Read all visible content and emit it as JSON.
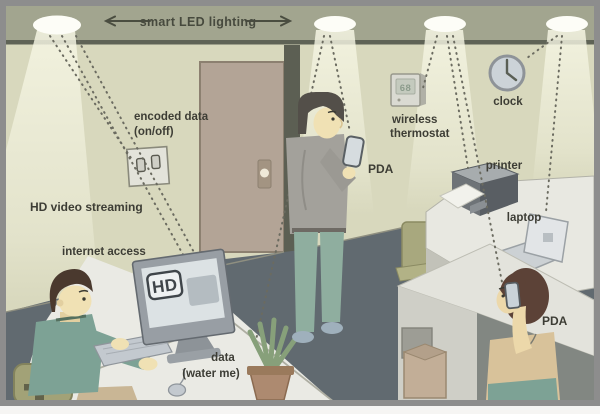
{
  "scene": {
    "title": "smart LED lighting",
    "labels": {
      "encoded_data_1": "encoded data",
      "encoded_data_2": "(on/off)",
      "hd_video": "HD video streaming",
      "internet": "internet access",
      "plant_data_1": "data",
      "plant_data_2": "(water me)",
      "pda_standing": "PDA",
      "thermostat_1": "wireless",
      "thermostat_2": "thermostat",
      "clock": "clock",
      "printer": "printer",
      "laptop": "laptop",
      "pda_seated": "PDA"
    },
    "devices": {
      "thermostat_reading": "68",
      "monitor_badge": "HD"
    },
    "colors": {
      "ceiling": "#a2a58f",
      "wall": "#d8d8bd",
      "floor": "#616a70",
      "door": "#b3a496",
      "light_beam": "#f4f4e0",
      "accent_teal": "#7da295",
      "label_text": "#3d3d35"
    }
  }
}
